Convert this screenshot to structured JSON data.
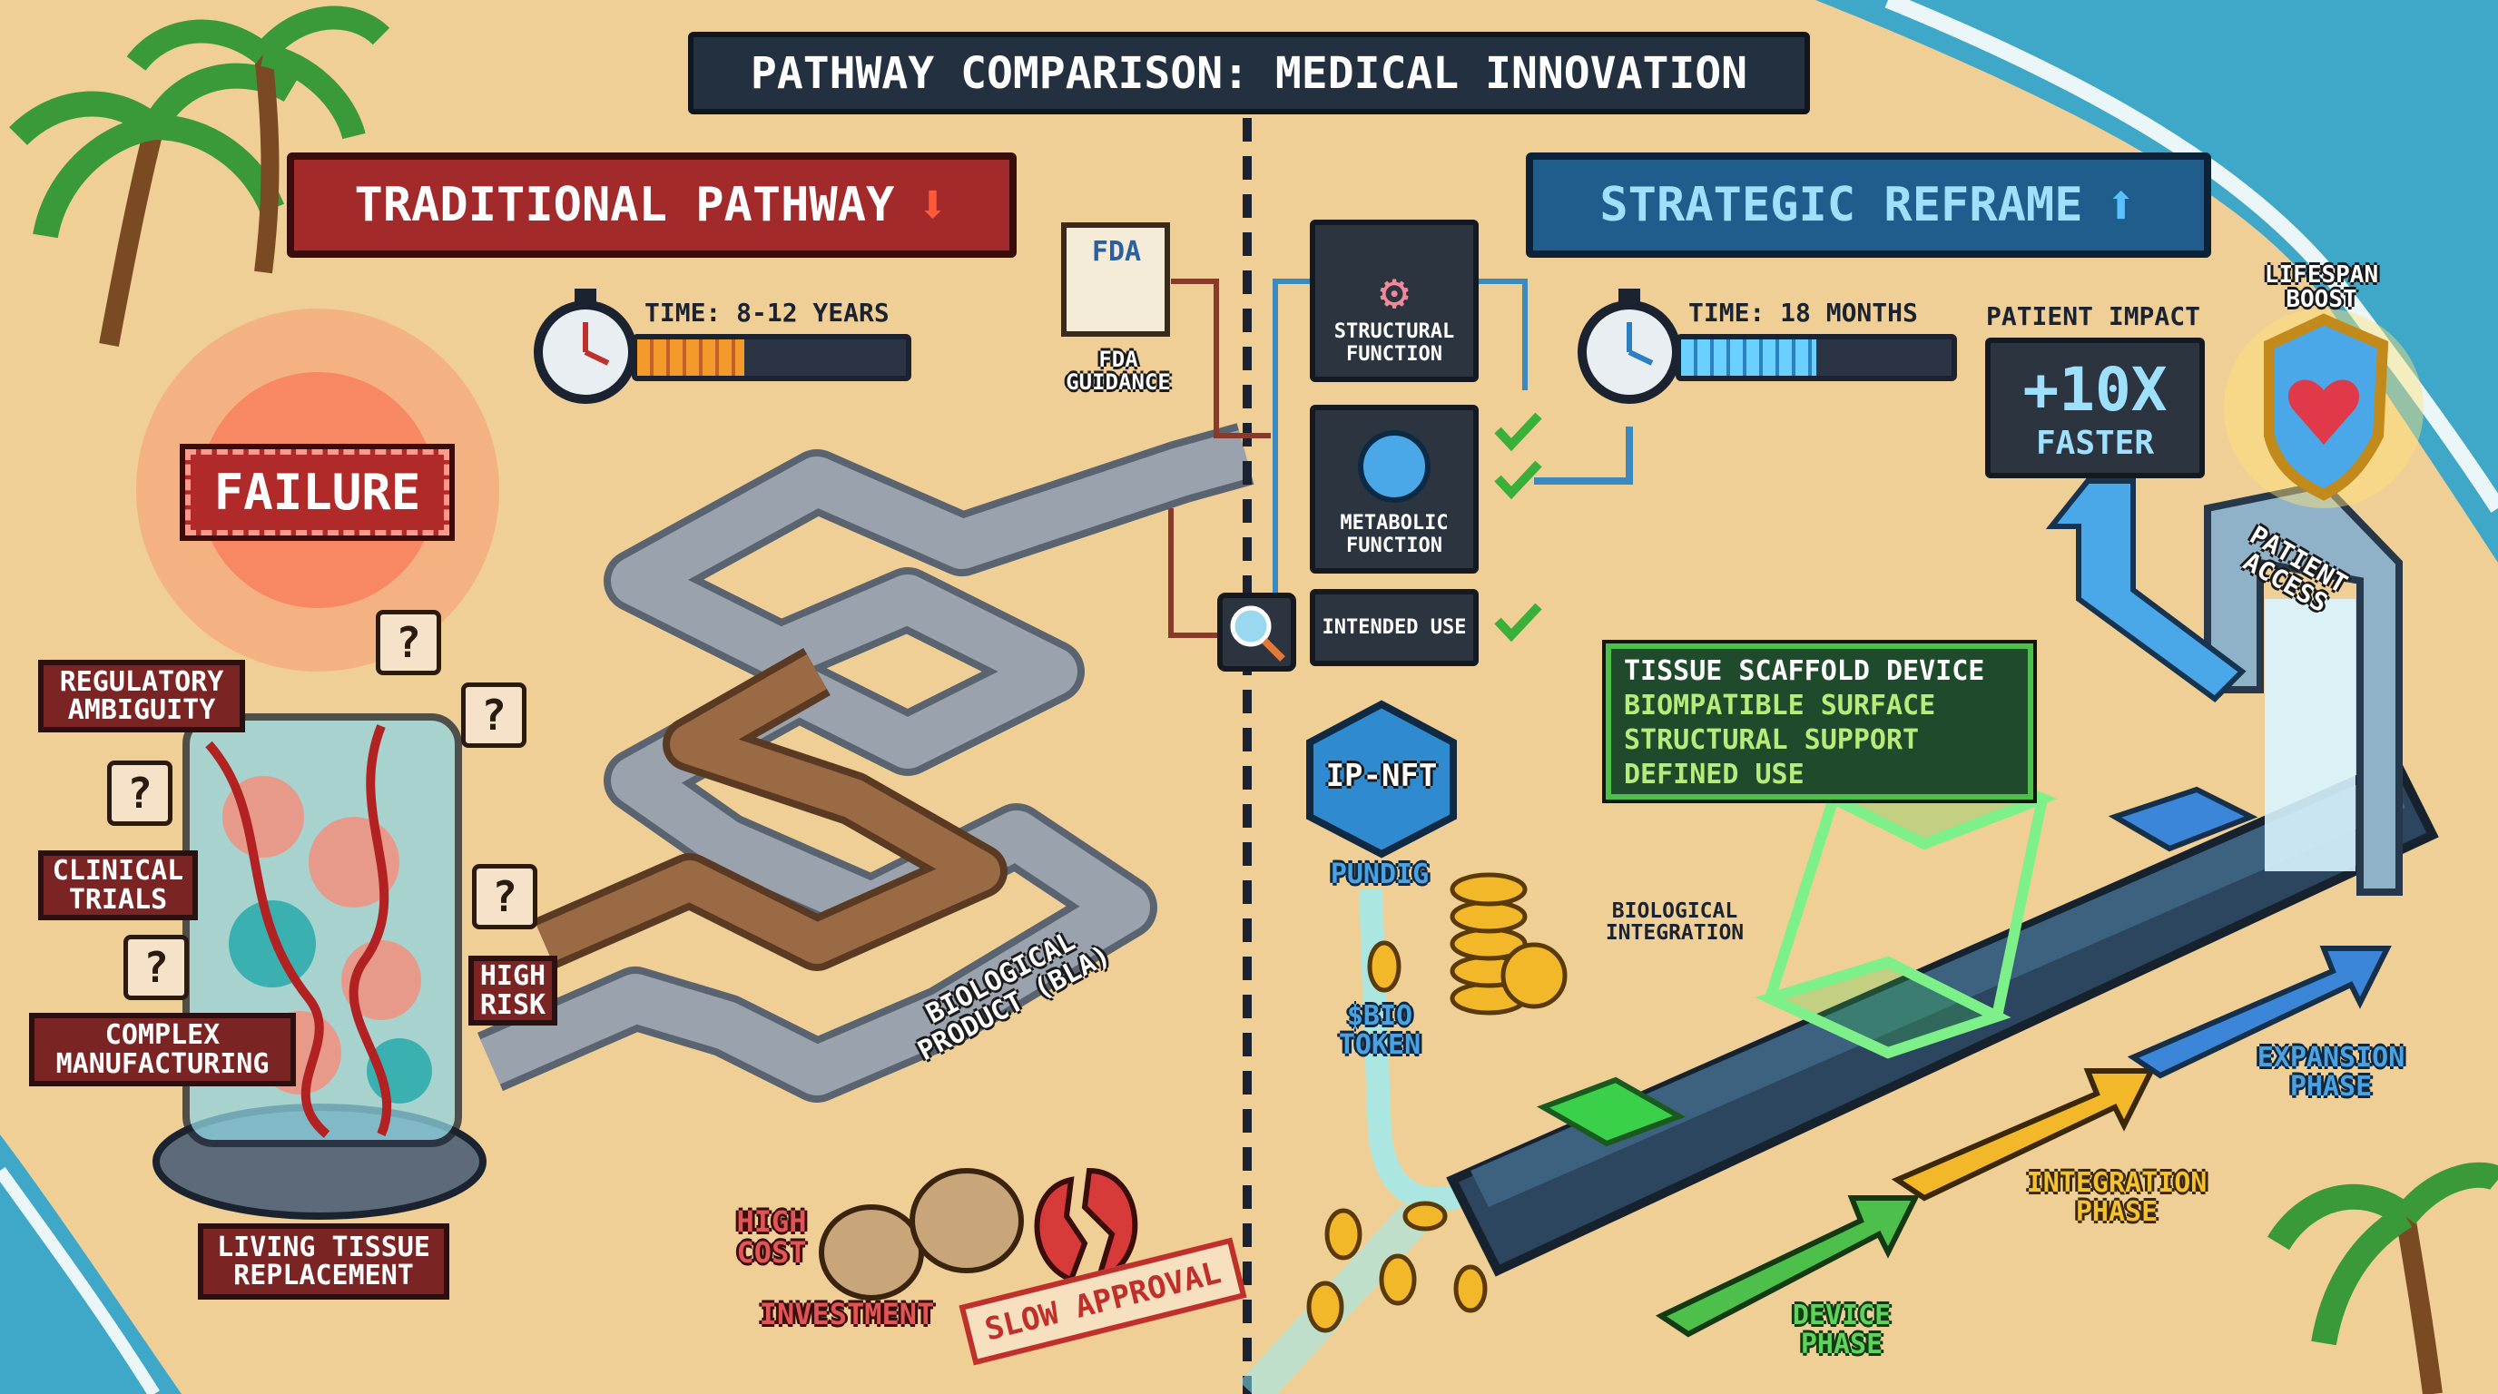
{
  "title": "PATHWAY COMPARISON: MEDICAL INNOVATION",
  "traditional": {
    "banner": "TRADITIONAL PATHWAY",
    "arrow_icon": "arrow-down-icon",
    "time_label": "TIME: 8-12 YEARS",
    "time_progress_pct": 40,
    "failure": "FAILURE",
    "labels": {
      "regulatory": "REGULATORY AMBIGUITY",
      "clinical": "CLINICAL TRIALS",
      "manufacturing": "COMPLEX MANUFACTURING",
      "risk": "HIGH RISK",
      "living_tissue": "LIVING TISSUE REPLACEMENT",
      "bla": "BIOLOGICAL PRODUCT (BLA)",
      "high_cost": "HIGH COST",
      "investment": "INVESTMENT",
      "slow_approval": "SLOW APPROVAL"
    },
    "question_mark": "?",
    "colors": {
      "accent": "#a32a2a"
    }
  },
  "center": {
    "fda_logo": "FDA",
    "fda_guidance": "FDA GUIDANCE",
    "structural": "STRUCTURAL FUNCTION",
    "metabolic": "METABOLIC FUNCTION",
    "intended_use": "INTENDED USE"
  },
  "reframe": {
    "banner": "STRATEGIC REFRAME",
    "arrow_icon": "arrow-up-icon",
    "time_label": "TIME: 18 MONTHS",
    "time_progress_pct": 50,
    "patient_impact": "PATIENT IMPACT",
    "impact_value": "+10X",
    "impact_sub": "FASTER",
    "lifespan_boost": "LIFESPAN BOOST",
    "scaffold": {
      "title": "TISSUE SCAFFOLD DEVICE",
      "items": [
        "BIOMPATIBLE SURFACE",
        "STRUCTURAL SUPPORT",
        "DEFINED USE"
      ]
    },
    "ipnft": "IP-NFT",
    "pundig": "PUNDIG",
    "bio_token": "$BIO TOKEN",
    "bio_integration": "BIOLOGICAL INTEGRATION",
    "patient_access": "PATIENT ACCESS",
    "phases": {
      "device": "DEVICE PHASE",
      "integration": "INTEGRATION PHASE",
      "expansion": "EXPANSION PHASE"
    },
    "colors": {
      "accent": "#1f5d8c",
      "device": "#4cc04a",
      "integration": "#f2b82a",
      "expansion": "#3b86d8"
    }
  }
}
